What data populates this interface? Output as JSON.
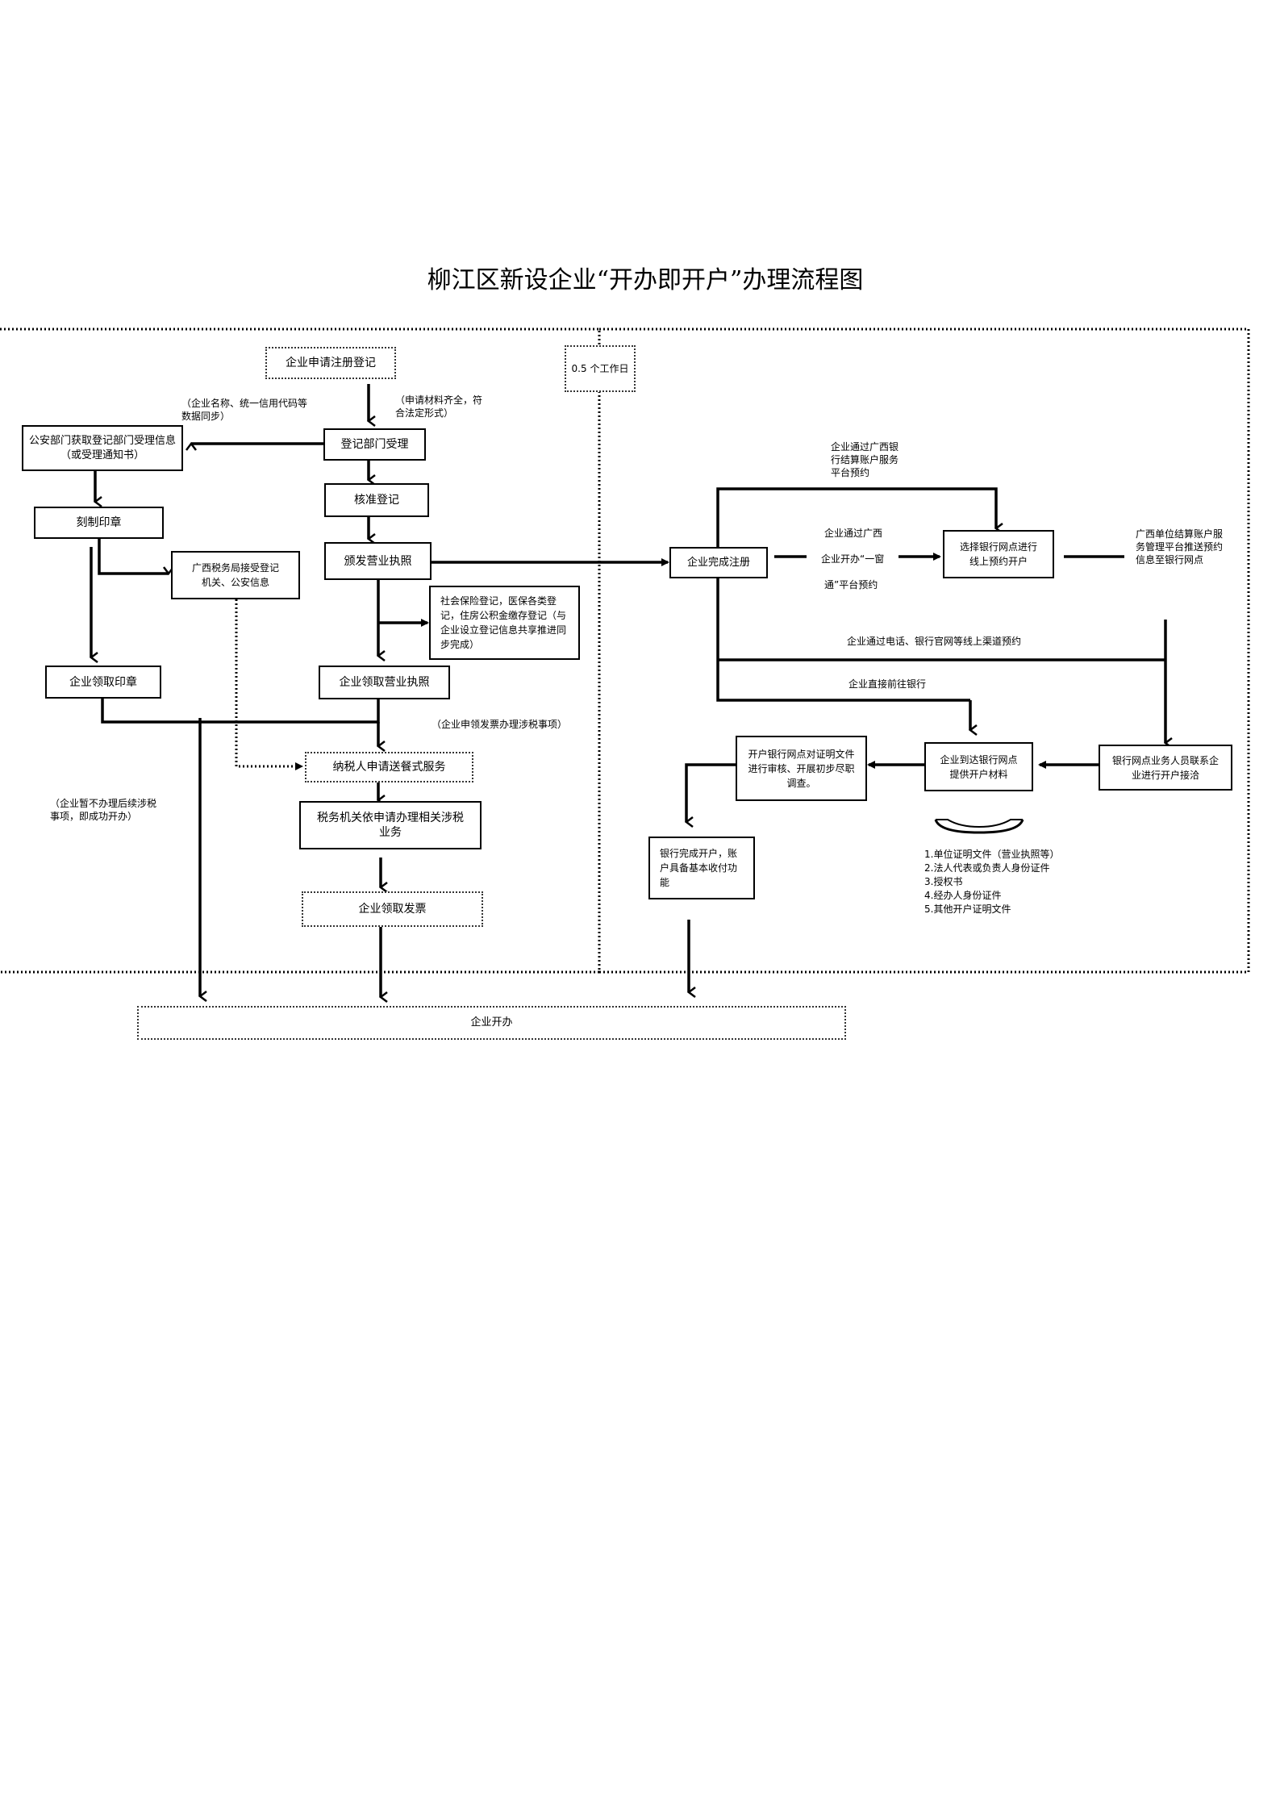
{
  "title": "柳江区新设企业“开办即开户”办理流程图",
  "time_label": "0.5 个工作日",
  "left": {
    "apply_register": "企业申请注册登记",
    "dept_accept": "登记部门受理",
    "approve_register": "核准登记",
    "issue_license": "颁发营业执照",
    "police_info": "公安部门获取登记部门受理信息（或受理通知书）",
    "engrave_seal": "刻制印章",
    "tax_bureau_receive": "广西税务局接受登记机关、公安信息",
    "social_insurance": "社会保险登记，医保各类登记，住房公积金缴存登记（与企业设立登记信息共享推进同步完成）",
    "collect_seal": "企业领取印章",
    "collect_license": "企业领取营业执照",
    "taxpayer_service": "纳税人申请送餐式服务",
    "tax_business": "税务机关依申请办理相关涉税业务",
    "collect_invoice": "企业领取发票",
    "enterprise_open": "企业开办"
  },
  "annotations": {
    "materials_complete": "（申请材料齐全，符合法定形式）",
    "data_sync": "（企业名称、统一信用代码等数据同步）",
    "invoice_tax": "（企业申领发票办理涉税事项）",
    "no_tax_yet": "（企业暂不办理后续涉税事项，即成功开办）"
  },
  "right": {
    "registration_done": "企业完成注册",
    "via_bank_platform": "企业通过广西银行结算账户服务平台预约",
    "via_one_window_1": "企业通过广西",
    "via_one_window_2": "企业开办“一窗",
    "via_one_window_3": "通”平台预约",
    "select_branch": "选择银行网点进行线上预约开户",
    "platform_push": "广西单位结算账户服务管理平台推送预约信息至银行网点",
    "via_phone": "企业通过电话、银行官网等线上渠道预约",
    "go_bank_directly": "企业直接前往银行",
    "bank_staff_contact": "银行网点业务人员联系企业进行开户接洽",
    "arrive_bank": "企业到达银行网点提供开户材料",
    "bank_review": "开户银行网点对证明文件进行审核、开展初步尽职调查。",
    "bank_done": "银行完成开户，账户具备基本收付功能",
    "materials": [
      "1.单位证明文件（营业执照等）",
      "2.法人代表或负责人身份证件",
      "3.授权书",
      "4.经办人身份证件",
      "5.其他开户证明文件"
    ]
  }
}
